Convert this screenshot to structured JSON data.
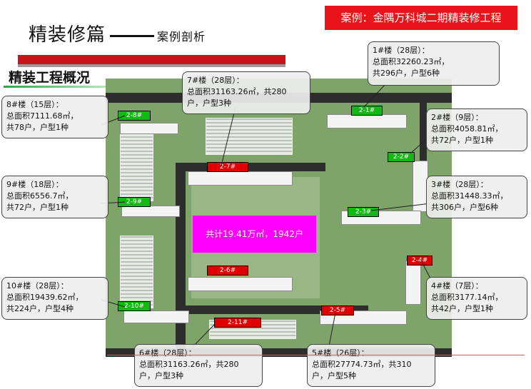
{
  "case_banner": "案例：金隅万科城二期精装修工程",
  "title": {
    "main": "精装修篇",
    "sub": "案例剖析"
  },
  "section_title": "精装工程概况",
  "total": "共计19.41万㎡，1942户",
  "tags": {
    "b1": "2-1#",
    "b2": "2-2#",
    "b3": "2-3#",
    "b4": "2-4#",
    "b5": "2-5#",
    "b6": "2-6#",
    "b7": "2-7#",
    "b8": "2-8#",
    "b9": "2-9#",
    "b10": "2-10#",
    "b11": "2-11#"
  },
  "callouts": {
    "c1": [
      "1#楼（28层）：",
      "总面积32260.23㎡，",
      "共296户，户型6种"
    ],
    "c2": [
      "2#楼（9层）：",
      "总面积4058.81㎡，",
      "共72户，户型1种"
    ],
    "c3": [
      "3#楼（28层）：",
      "总面积31448.33㎡，",
      "共306户，户型6种"
    ],
    "c4": [
      "4#楼（7层）：",
      "总面积3177.14㎡，",
      "共42户，户型1种"
    ],
    "c5": [
      "5#楼（26层）：",
      "总面积27774.73㎡，共310",
      "户，户型5种"
    ],
    "c6": [
      "6#楼（28层）：",
      "总面积31163.26㎡，共280",
      "户，户型3种"
    ],
    "c7": [
      "7#楼（28层）：",
      "总面积31163.26㎡，共280",
      "户，户型3种"
    ],
    "c8": [
      "8#楼（15层）：",
      "总面积7111.68㎡，",
      "共78户，户型1种"
    ],
    "c9": [
      "9#楼（18层）：",
      "总面积6556.7㎡，",
      "共72户，户型1种"
    ],
    "c10": [
      "10#楼（28层）：",
      "总面积19439.62㎡，",
      "共224户，户型4种"
    ]
  }
}
